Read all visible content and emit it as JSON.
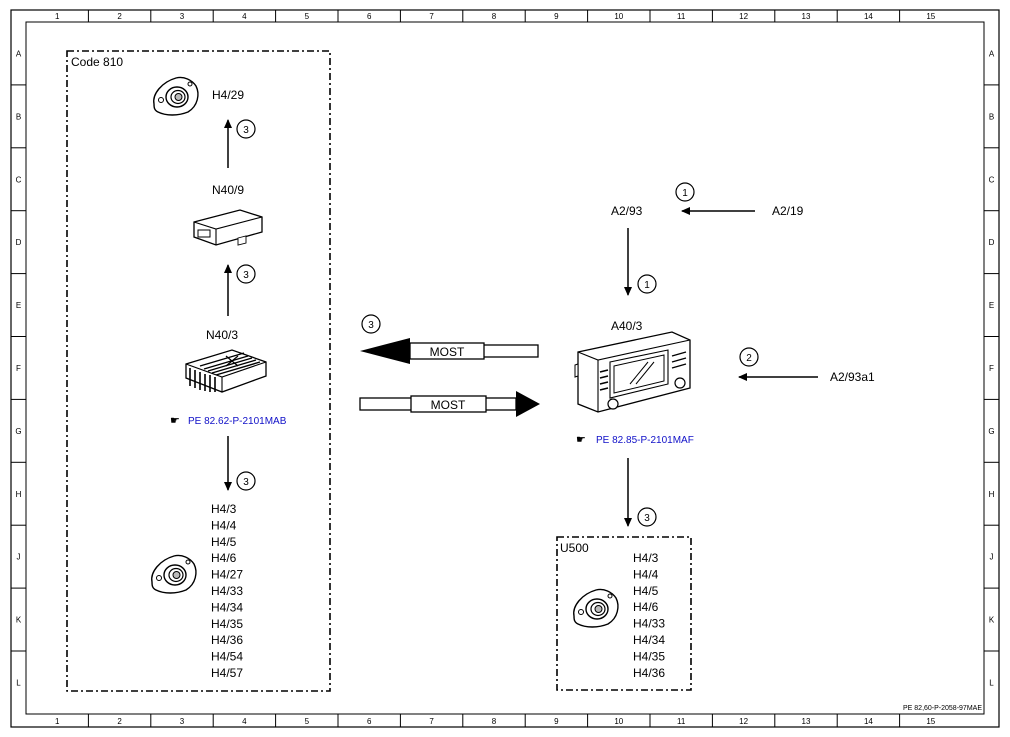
{
  "grid": {
    "columns": [
      "1",
      "2",
      "3",
      "4",
      "5",
      "6",
      "7",
      "8",
      "9",
      "10",
      "11",
      "12",
      "13",
      "14",
      "15"
    ],
    "rows": [
      "A",
      "B",
      "C",
      "D",
      "E",
      "F",
      "G",
      "H",
      "J",
      "K",
      "L"
    ]
  },
  "code_box": {
    "title": "Code 810",
    "speaker_top": "H4/29",
    "n40_9": "N40/9",
    "n40_3": "N40/3",
    "n40_3_ref": "PE 82.62-P-2101MAB",
    "speakers_bottom": [
      "H4/3",
      "H4/4",
      "H4/5",
      "H4/6",
      "H4/27",
      "H4/33",
      "H4/34",
      "H4/35",
      "H4/36",
      "H4/54",
      "H4/57"
    ]
  },
  "bus": {
    "most_left": "MOST",
    "most_right": "MOST",
    "circle_left": "3"
  },
  "right": {
    "a2_93": "A2/93",
    "a2_19": "A2/19",
    "a40_3": "A40/3",
    "a2_93a1": "A2/93a1",
    "a40_3_ref": "PE 82.85-P-2101MAF",
    "circle_1a": "1",
    "circle_1b": "1",
    "circle_2": "2",
    "circle_3": "3"
  },
  "u500_box": {
    "title": "U500",
    "speakers": [
      "H4/3",
      "H4/4",
      "H4/5",
      "H4/6",
      "H4/33",
      "H4/34",
      "H4/35",
      "H4/36"
    ]
  },
  "circles_left": [
    "3",
    "3",
    "3"
  ],
  "footer_ref": "PE 82,60-P-2058-97MAE"
}
